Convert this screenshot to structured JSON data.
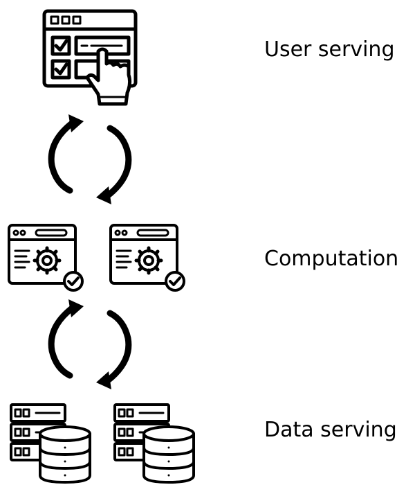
{
  "layers": [
    {
      "label": "User serving",
      "icon": "web-form-click-icon"
    },
    {
      "label": "Computation",
      "icon": "web-settings-icon"
    },
    {
      "label": "Data serving",
      "icon": "server-database-icon"
    }
  ],
  "connectors": [
    "sync-cycle-arrows-icon",
    "sync-cycle-arrows-icon"
  ],
  "colors": {
    "stroke": "#000000",
    "background": "#ffffff"
  }
}
